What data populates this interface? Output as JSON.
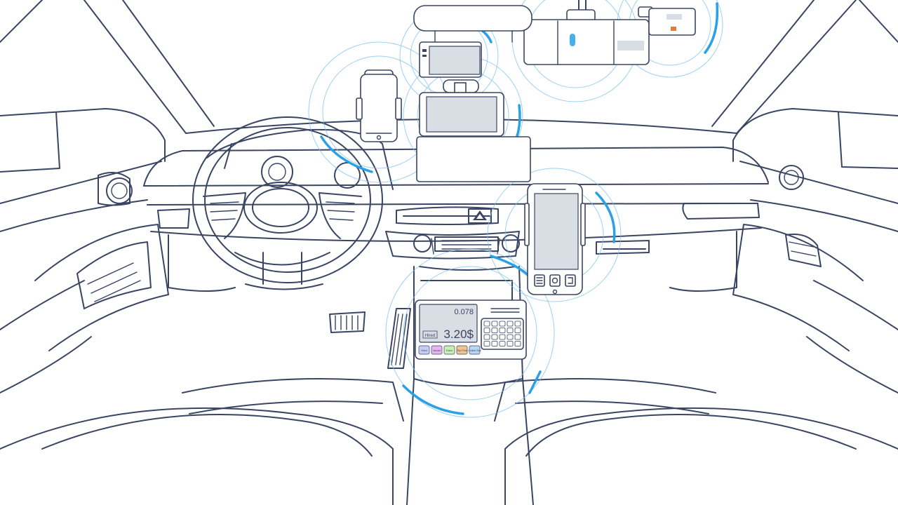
{
  "meter": {
    "distance": "0.078",
    "fare": "3.20$",
    "status": "Hired",
    "buttons": [
      "Hired",
      "Vacant",
      "Extra",
      "Trip Print",
      "Collect Stat"
    ]
  },
  "colors": {
    "line": "#3a4564",
    "signal": "#2aa0e6",
    "screen": "#d9dde4",
    "background": "#ffffff"
  },
  "icons": [
    "hazard-icon",
    "home-icon",
    "back-icon",
    "menu-icon"
  ]
}
